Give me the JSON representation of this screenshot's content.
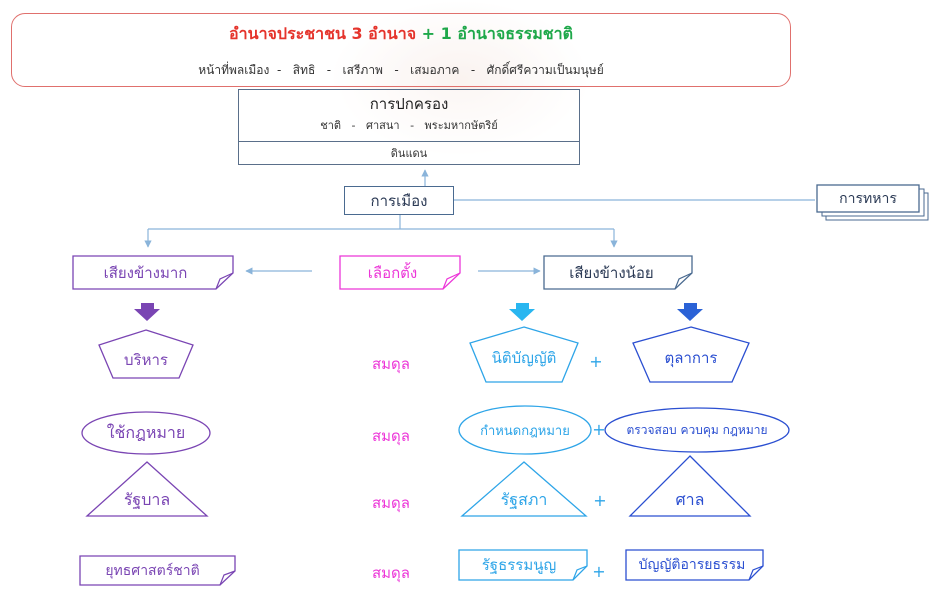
{
  "top": {
    "title_part1": "อำนาจประชาชน 3 อำนาจ",
    "title_plus": "+ 1",
    "title_part2": "อำนาจธรรมชาติ",
    "subtitle": "หน้าที่พลเมือง  -   สิทธิ   -   เสรีภาพ   -   เสมอภาค   -   ศักดิ์ศรีความเป็นมนุษย์"
  },
  "governance": {
    "title": "การปกครอง",
    "subtitle": "ชาติ   -   ศาสนา   -   พระมหากษัตริย์",
    "territory": "ดินแดน"
  },
  "politics": "การเมือง",
  "military": "การทหาร",
  "majority": "เสียงข้างมาก",
  "election": "เลือกตั้ง",
  "minority": "เสียงข้างน้อย",
  "balance_label": "สมดุล",
  "plus_sign": "+",
  "left_column": [
    "บริหาร",
    "ใช้กฎหมาย",
    "รัฐบาล",
    "ยุทธศาสตร์ชาติ"
  ],
  "middle_column": [
    "นิติบัญญัติ",
    "กำหนดกฎหมาย",
    "รัฐสภา",
    "รัฐธรรมนูญ"
  ],
  "right_column": [
    "ตุลาการ",
    "ตรวจสอบ ควบคุม กฎหมาย",
    "ศาล",
    "บัญญัติอารยธรรม"
  ],
  "colors": {
    "title_red": "#e5342c",
    "title_green": "#1fa84a",
    "box_blue": "#4a6a90",
    "purple": "#7a45b3",
    "magenta": "#ec36d8",
    "cyan": "#2ea5e8",
    "blue": "#2b4fd1",
    "connector": "#8ab4da"
  }
}
